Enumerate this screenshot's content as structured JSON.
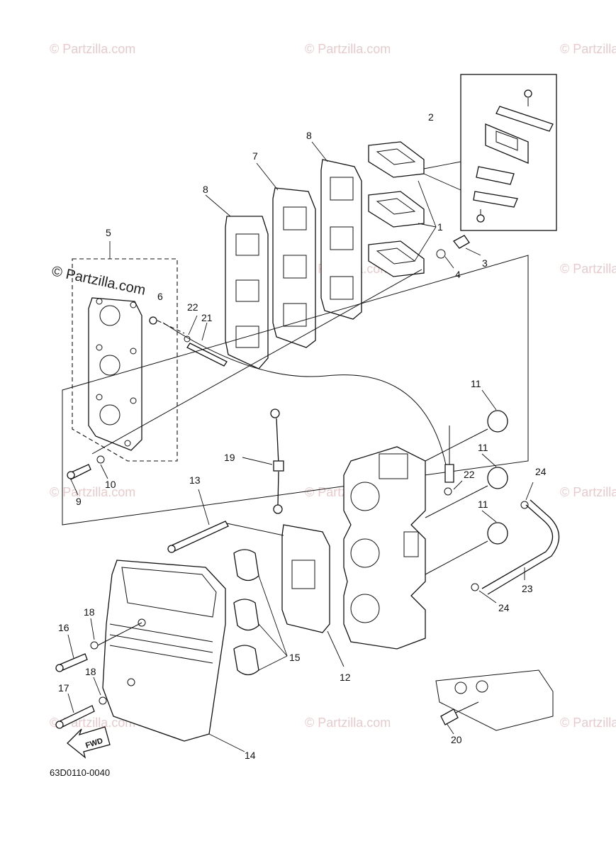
{
  "watermark": "© Partzilla.com",
  "diagram_code": "63D0110-0040",
  "fwd_label": "FWD",
  "callouts": {
    "c1": "1",
    "c2": "2",
    "c3": "3",
    "c4": "4",
    "c5": "5",
    "c6": "6",
    "c7": "7",
    "c8a": "8",
    "c8b": "8",
    "c9": "9",
    "c10": "10",
    "c11a": "11",
    "c11b": "11",
    "c11c": "11",
    "c12": "12",
    "c13": "13",
    "c14": "14",
    "c15": "15",
    "c16": "16",
    "c17": "17",
    "c18a": "18",
    "c18b": "18",
    "c19": "19",
    "c20": "20",
    "c21": "21",
    "c22a": "22",
    "c22b": "22",
    "c23": "23",
    "c24a": "24",
    "c24b": "24"
  }
}
